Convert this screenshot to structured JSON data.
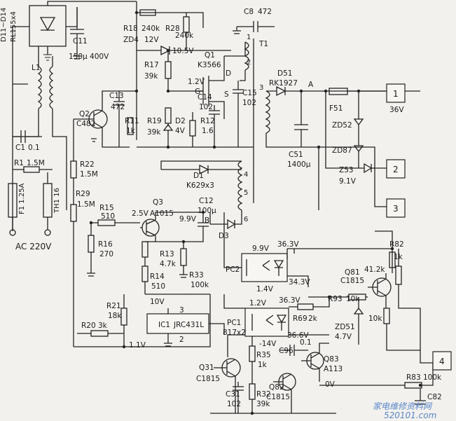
{
  "bridge": {
    "label1": "D11~D14",
    "label2": "RL155x4"
  },
  "c11": {
    "name": "C11",
    "value": "150μ 400V"
  },
  "l1": {
    "name": "L1"
  },
  "c1": {
    "name": "C1",
    "value": "0.1"
  },
  "r1": {
    "name": "R1",
    "value": "1.5M"
  },
  "fuse": {
    "label": "F1 1.25A"
  },
  "th1": {
    "label": "TH1 16"
  },
  "ac": {
    "label": "AC 220V"
  },
  "r18": {
    "name": "R18",
    "value": "240k"
  },
  "r28": {
    "name": "R28",
    "value": "240k"
  },
  "zd4": {
    "name": "ZD4",
    "value": "12V"
  },
  "v105": {
    "label": "10.5V"
  },
  "r17": {
    "name": "R17",
    "value": "39k"
  },
  "q1": {
    "name": "Q1",
    "part": "K3566"
  },
  "v12": {
    "label": "1.2V"
  },
  "q1pins": {
    "d": "D",
    "g": "G",
    "s": "S"
  },
  "c8": {
    "name": "C8",
    "value": "472"
  },
  "t1": {
    "name": "T1"
  },
  "c13": {
    "name": "C13",
    "value": "472"
  },
  "q2": {
    "name": "Q2",
    "part": "C482"
  },
  "c14": {
    "name": "C14",
    "value": "102"
  },
  "c15": {
    "name": "C15",
    "value": "102"
  },
  "r11": {
    "name": "R11",
    "value": "1k"
  },
  "r19": {
    "name": "R19",
    "value": "39k"
  },
  "d2": {
    "name": "D2",
    "value": "4V"
  },
  "r12": {
    "name": "R12",
    "value": "1.6"
  },
  "r22": {
    "name": "R22",
    "value": "1.5M"
  },
  "r29": {
    "name": "R29",
    "value": "1.5M"
  },
  "d51": {
    "name": "D51",
    "part": "RK1927"
  },
  "nodeA": {
    "label": "A"
  },
  "f51": {
    "name": "F51"
  },
  "c51": {
    "name": "C51",
    "value": "1400μ"
  },
  "zd52": {
    "name": "ZD52"
  },
  "zd87": {
    "name": "ZD87"
  },
  "z53": {
    "name": "Z53",
    "value": "9.1V"
  },
  "con1": {
    "num": "1",
    "label": "36V"
  },
  "con2": {
    "num": "2"
  },
  "con3": {
    "num": "3"
  },
  "con4": {
    "num": "4"
  },
  "d1": {
    "name": "D1",
    "part": "K629x3"
  },
  "c12": {
    "name": "C12",
    "value": "100μ"
  },
  "nodeB": {
    "label": "B"
  },
  "d3": {
    "name": "D3"
  },
  "tpins": {
    "p1": "1",
    "p2": "2",
    "p3": "3",
    "p4": "4",
    "p5": "5",
    "p6": "6"
  },
  "r15": {
    "name": "R15",
    "value": "510"
  },
  "r16": {
    "name": "R16",
    "value": "270"
  },
  "q3": {
    "name": "Q3",
    "part": "A1015",
    "v": "2.5V"
  },
  "v99a": {
    "label": "9.9V"
  },
  "r13": {
    "name": "R13",
    "value": "4.7k"
  },
  "r14": {
    "name": "R14",
    "value": "510"
  },
  "r33": {
    "name": "R33",
    "value": "100k"
  },
  "pc2": {
    "name": "PC2",
    "v1": "9.9V",
    "v2": "36.3V",
    "v3": "34.3V",
    "v4": "1.4V"
  },
  "r82": {
    "name": "R82",
    "value": "1k"
  },
  "r41": {
    "value": "41.2k"
  },
  "q81": {
    "name": "Q81",
    "part": "C1815"
  },
  "r93": {
    "name": "R93",
    "value": "10k"
  },
  "r10k": {
    "value": "10k"
  },
  "r21": {
    "name": "R21",
    "value": "18k"
  },
  "r20": {
    "name": "R20",
    "value": "3k"
  },
  "ic1": {
    "name": "IC1",
    "part": "JRC431L",
    "v10": "10V",
    "v11": "1.1V",
    "pin2": "2",
    "pin3": "3"
  },
  "pc1": {
    "name": "PC1",
    "part": "817x2",
    "v1": "1.2V",
    "v2": "36.3V",
    "v3": "-14V",
    "v4": "36.6V"
  },
  "r69": {
    "name": "R69",
    "value": "2k"
  },
  "zd51": {
    "name": "ZD51",
    "value": "4.7V"
  },
  "r35": {
    "name": "R35",
    "value": "1k"
  },
  "c96": {
    "name": "C96",
    "value": "0.1"
  },
  "q83": {
    "name": "Q83",
    "part": "A113"
  },
  "q31": {
    "name": "Q31",
    "part": "C1815"
  },
  "q82": {
    "name": "Q82",
    "part": "C1815"
  },
  "c31": {
    "name": "C31",
    "value": "102"
  },
  "r32": {
    "name": "R32",
    "value": "39k"
  },
  "v0": {
    "label": "0V"
  },
  "r83": {
    "name": "R83",
    "value": "100k"
  },
  "c82": {
    "name": "C82"
  },
  "watermark": {
    "text": "家电维修资料网",
    "url": "520101.com"
  }
}
